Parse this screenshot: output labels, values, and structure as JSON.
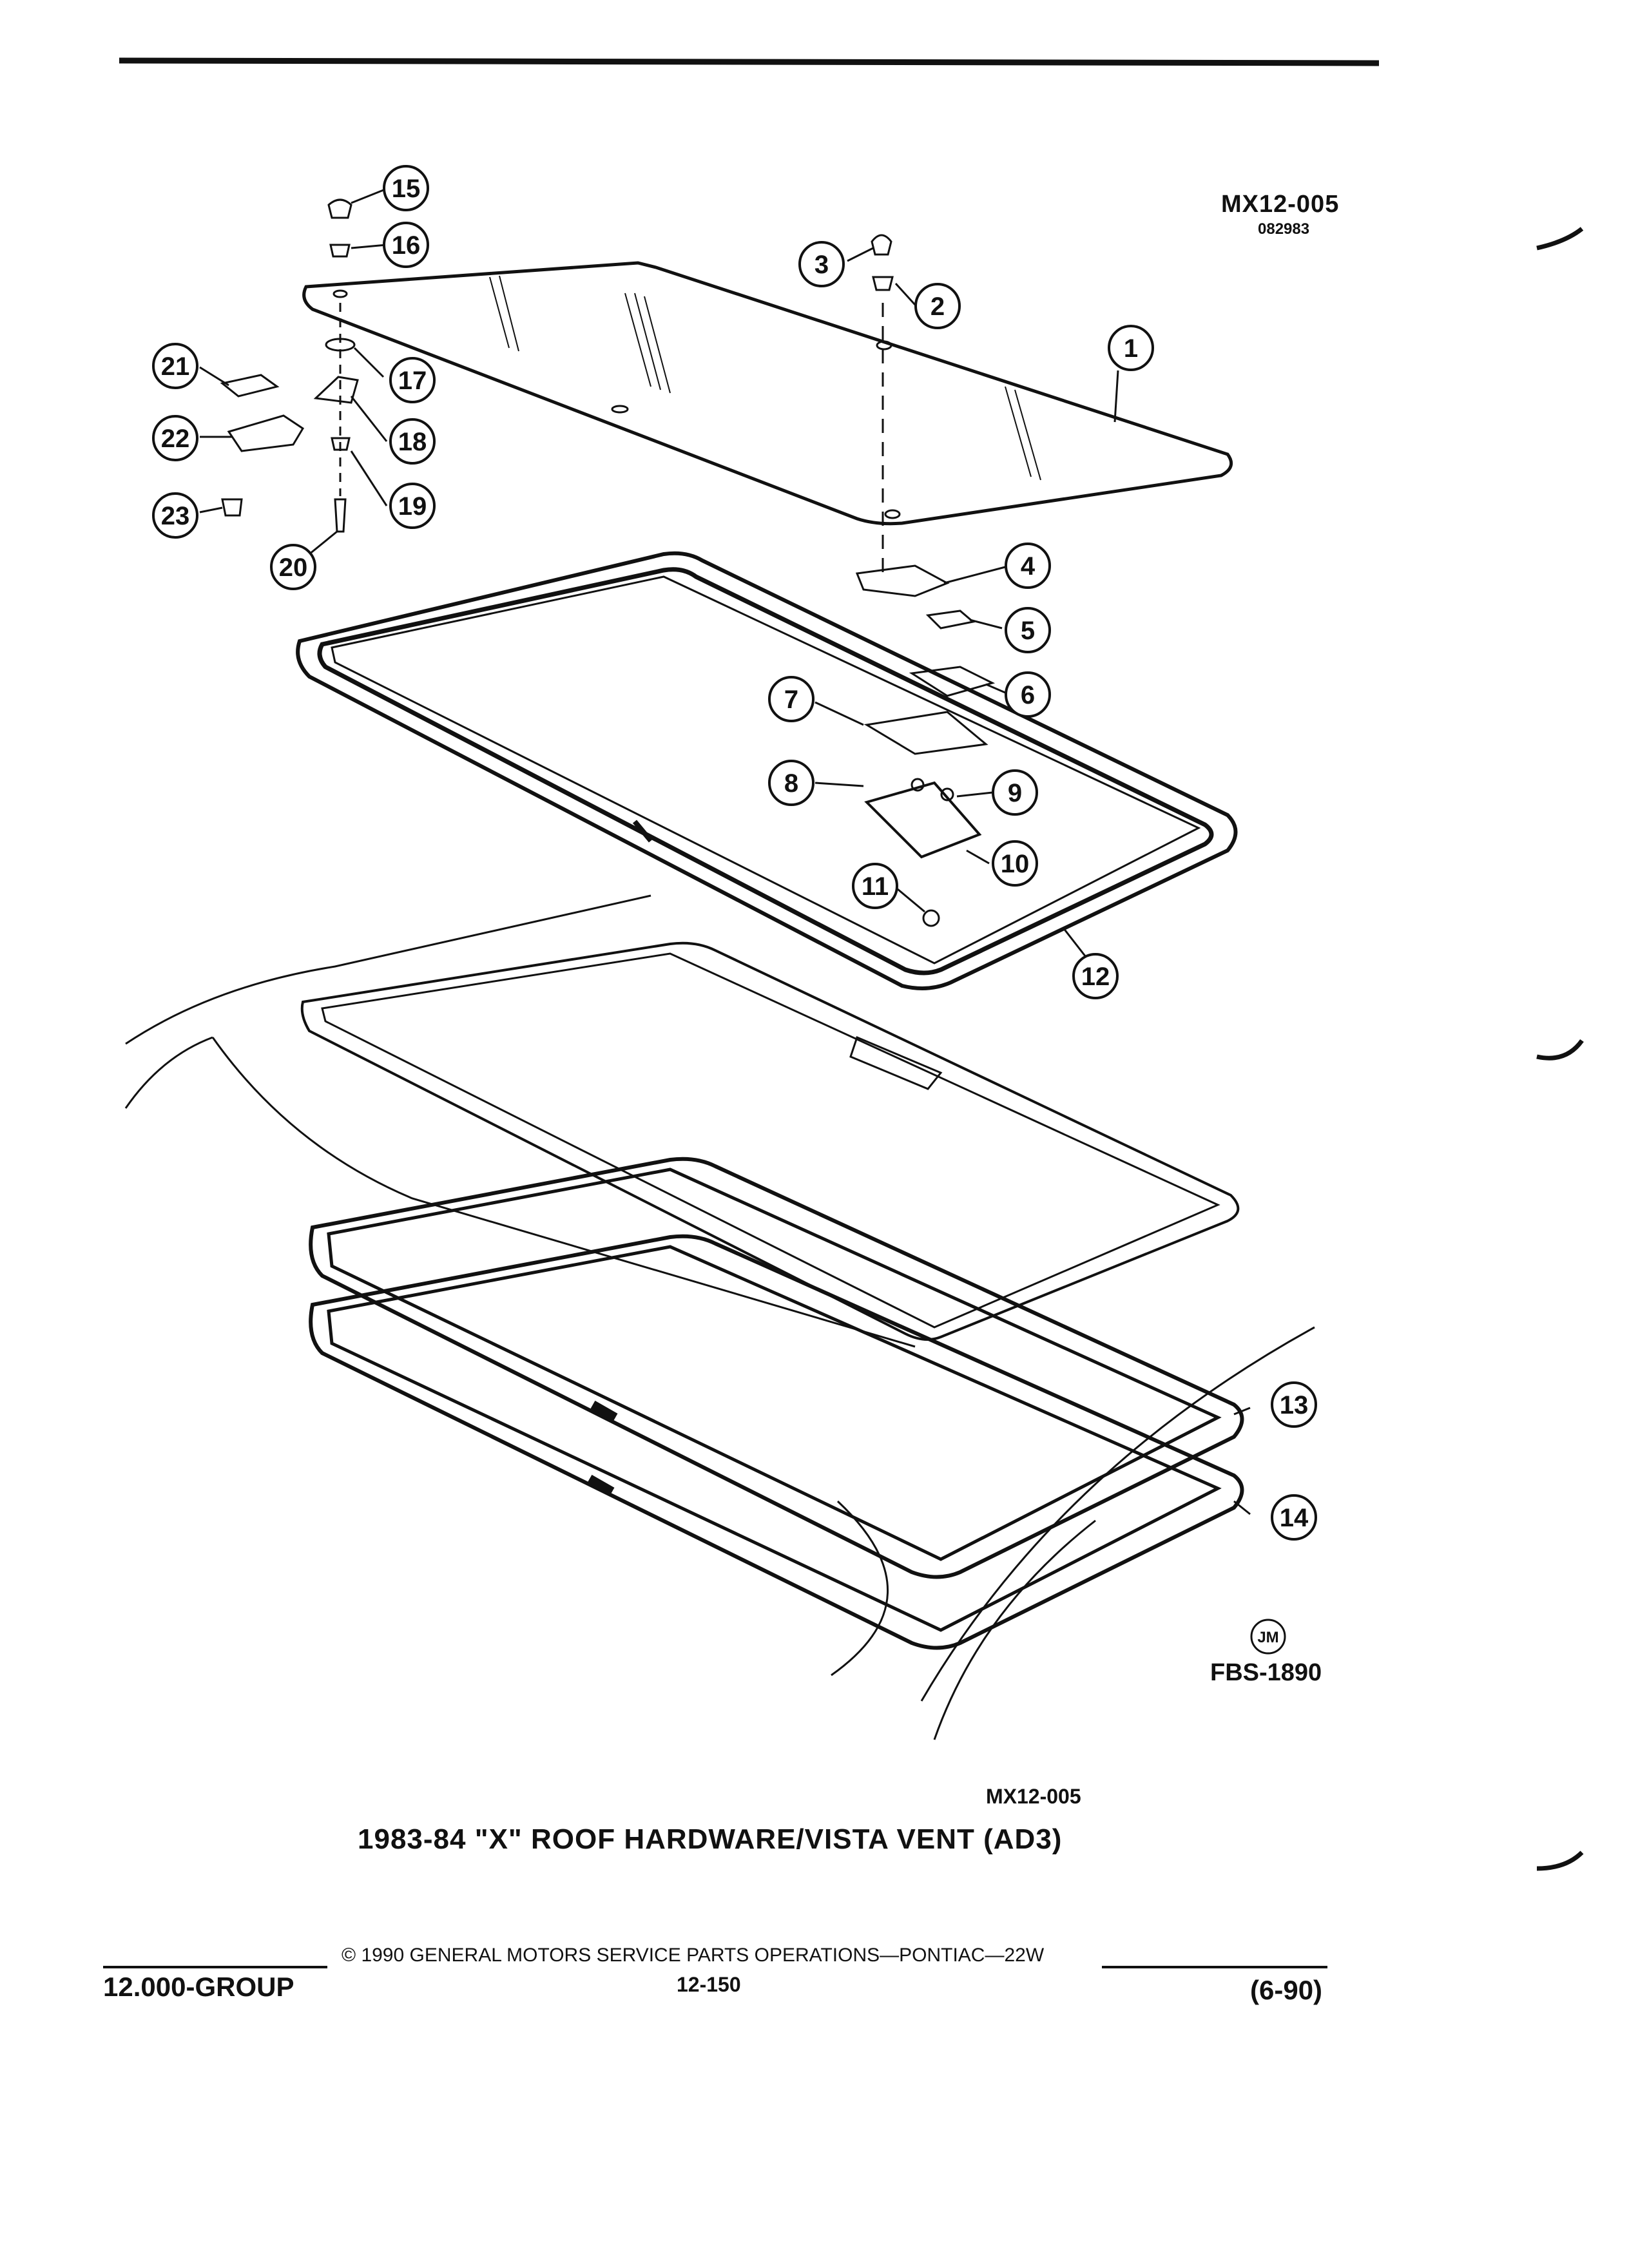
{
  "header": {
    "drawing_code": "MX12-005",
    "drawing_date": "082983"
  },
  "callouts": [
    "1",
    "2",
    "3",
    "4",
    "5",
    "6",
    "7",
    "8",
    "9",
    "10",
    "11",
    "12",
    "13",
    "14",
    "15",
    "16",
    "17",
    "18",
    "19",
    "20",
    "21",
    "22",
    "23"
  ],
  "artist_mark": "JM",
  "figure_number": "FBS-1890",
  "caption": {
    "code": "MX12-005",
    "title": "1983-84 \"X\" ROOF HARDWARE/VISTA VENT (AD3)"
  },
  "footer": {
    "group": "12.000-GROUP",
    "copyright": "© 1990 GENERAL MOTORS SERVICE PARTS OPERATIONS—PONTIAC—22W",
    "page": "12-150",
    "date": "(6-90)"
  },
  "colors": {
    "ink": "#111111",
    "paper": "#ffffff"
  }
}
